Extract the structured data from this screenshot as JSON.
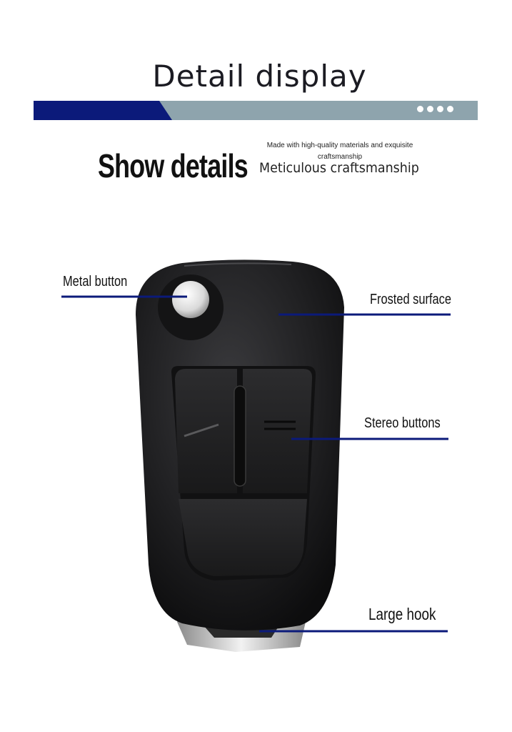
{
  "header": {
    "title": "Detail display",
    "banner_colors": {
      "navy": "#0b1a7a",
      "slate": "#8ea4ad"
    }
  },
  "intro": {
    "heading": "Show details",
    "small_text": "Made with high-quality materials and exquisite craftsmanship",
    "subheading": "Meticulous craftsmanship"
  },
  "callouts": [
    {
      "label": "Metal button"
    },
    {
      "label": "Frosted surface"
    },
    {
      "label": "Stereo buttons"
    },
    {
      "label": "Large hook"
    }
  ],
  "colors": {
    "line": "#0b1a7a",
    "fob_body": "#1e1e20"
  }
}
